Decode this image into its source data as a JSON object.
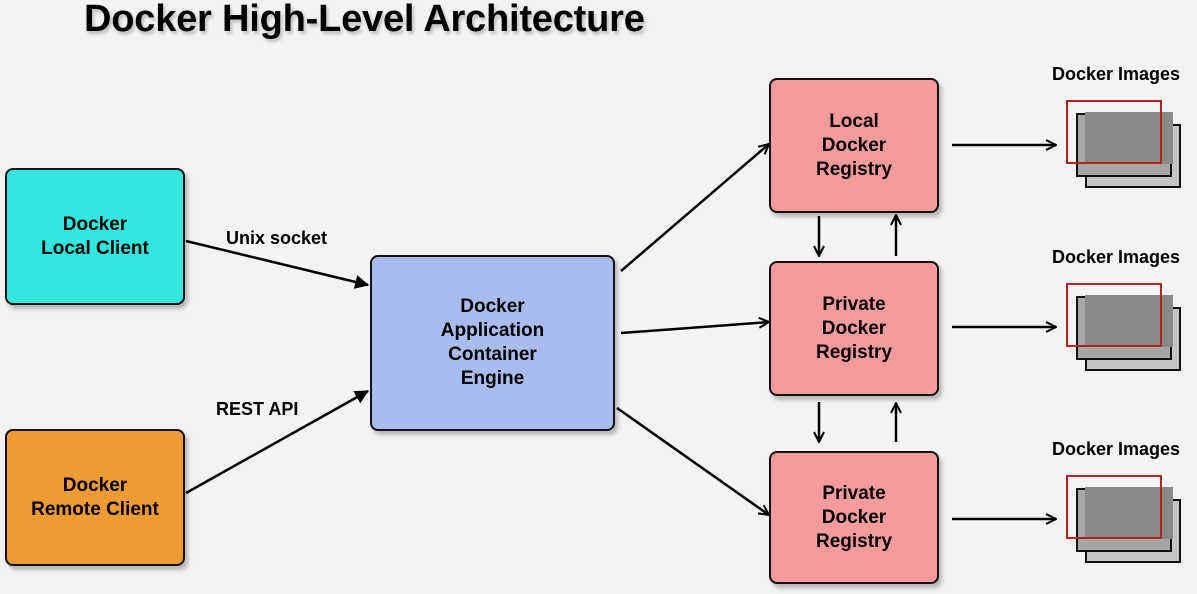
{
  "title": "Docker High-Level Architecture",
  "nodes": {
    "local_client": "Docker\nLocal Client",
    "remote_client": "Docker\nRemote Client",
    "engine": "Docker\nApplication\nContainer\nEngine",
    "registry_local": "Local\nDocker\nRegistry",
    "registry_private_1": "Private\nDocker\nRegistry",
    "registry_private_2": "Private\nDocker\nRegistry"
  },
  "edges": {
    "unix_socket": "Unix socket",
    "rest_api": "REST API"
  },
  "images": [
    {
      "label": "Docker Images"
    },
    {
      "label": "Docker Images"
    },
    {
      "label": "Docker Images"
    }
  ],
  "colors": {
    "background": "#f3f3f3",
    "local_client": "#30e8e0",
    "remote_client": "#ee9b33",
    "engine": "#a8bcef",
    "registry": "#f69b9b",
    "image_front_border": "#b3231f",
    "image_fill_back": "#c4c4c4",
    "image_fill_mid": "#a6a6a6",
    "image_fill_front": "#8a8a8a"
  }
}
